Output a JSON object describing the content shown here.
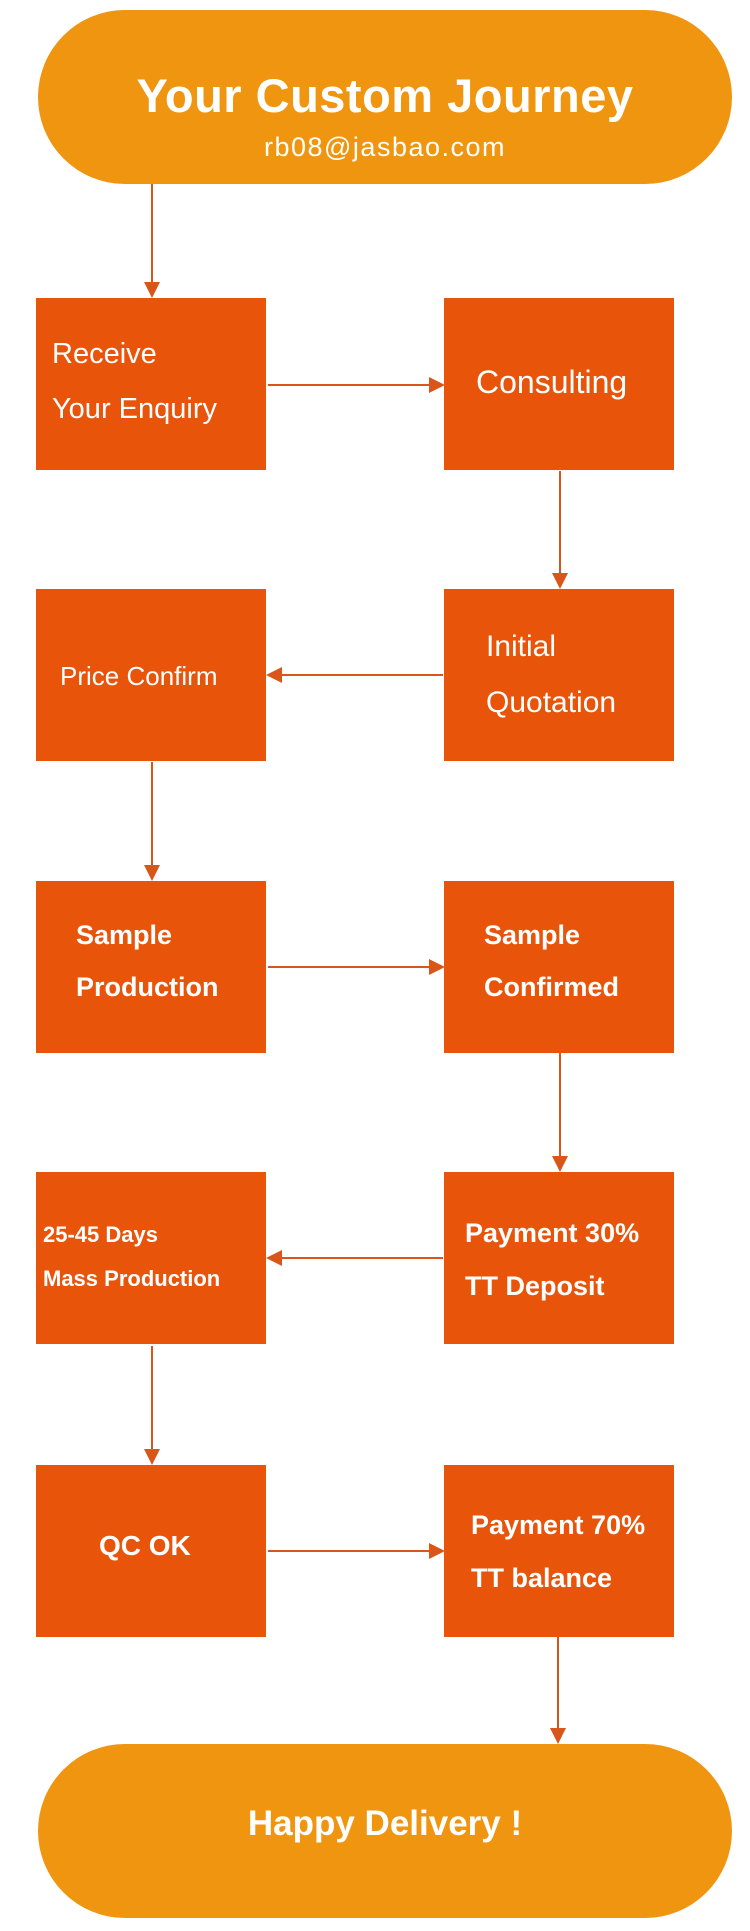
{
  "header": {
    "title": "Your Custom Journey",
    "email": "rb08@jasbao.com"
  },
  "steps": [
    {
      "id": "receive",
      "lines": [
        "Receive",
        "Your Enquiry"
      ]
    },
    {
      "id": "consulting",
      "lines": [
        "Consulting"
      ]
    },
    {
      "id": "initial-quotation",
      "lines": [
        "Initial",
        "Quotation"
      ]
    },
    {
      "id": "price-confirm",
      "lines": [
        "Price Confirm"
      ]
    },
    {
      "id": "sample-production",
      "lines": [
        "Sample",
        "Production"
      ]
    },
    {
      "id": "sample-confirmed",
      "lines": [
        "Sample",
        "Confirmed"
      ]
    },
    {
      "id": "payment-deposit",
      "lines": [
        "Payment 30%",
        "TT Deposit"
      ]
    },
    {
      "id": "mass-production",
      "lines": [
        "25-45 Days",
        "Mass Production"
      ]
    },
    {
      "id": "qc-ok",
      "lines": [
        "QC OK"
      ]
    },
    {
      "id": "payment-balance",
      "lines": [
        "Payment 70%",
        "TT balance"
      ]
    }
  ],
  "footer": {
    "title": "Happy Delivery !"
  },
  "colors": {
    "pill": "#ef950f",
    "box": "#e8540a",
    "arrow": "#d9551a"
  }
}
